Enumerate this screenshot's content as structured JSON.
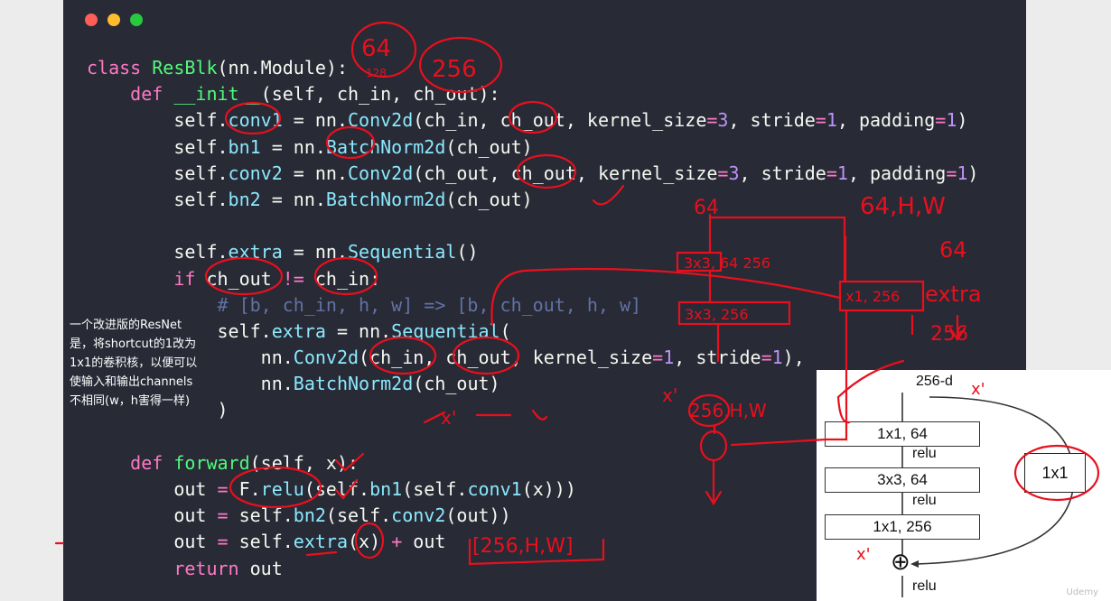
{
  "window": {
    "traffic_lights": [
      "#ff5f56",
      "#ffbd2e",
      "#27c93f"
    ]
  },
  "code_lines": [
    [
      {
        "t": "class ",
        "c": "kw"
      },
      {
        "t": "ResBlk",
        "c": "fn"
      },
      {
        "t": "(nn.Module):",
        "c": ""
      }
    ],
    [
      {
        "t": "    ",
        "c": ""
      },
      {
        "t": "def ",
        "c": "kw"
      },
      {
        "t": "__init__",
        "c": "fn"
      },
      {
        "t": "(self, ch_in, ch_out):",
        "c": ""
      }
    ],
    [
      {
        "t": "        self.",
        "c": ""
      },
      {
        "t": "conv1",
        "c": "cls"
      },
      {
        "t": " = nn.",
        "c": ""
      },
      {
        "t": "Conv2d",
        "c": "cls"
      },
      {
        "t": "(ch_in, ch_out, kernel_size",
        "c": ""
      },
      {
        "t": "=",
        "c": "op"
      },
      {
        "t": "3",
        "c": "num"
      },
      {
        "t": ", stride",
        "c": ""
      },
      {
        "t": "=",
        "c": "op"
      },
      {
        "t": "1",
        "c": "num"
      },
      {
        "t": ", padding",
        "c": ""
      },
      {
        "t": "=",
        "c": "op"
      },
      {
        "t": "1",
        "c": "num"
      },
      {
        "t": ")",
        "c": ""
      }
    ],
    [
      {
        "t": "        self.",
        "c": ""
      },
      {
        "t": "bn1",
        "c": "cls"
      },
      {
        "t": " = nn.",
        "c": ""
      },
      {
        "t": "BatchNorm2d",
        "c": "cls"
      },
      {
        "t": "(ch_out)",
        "c": ""
      }
    ],
    [
      {
        "t": "        self.",
        "c": ""
      },
      {
        "t": "conv2",
        "c": "cls"
      },
      {
        "t": " = nn.",
        "c": ""
      },
      {
        "t": "Conv2d",
        "c": "cls"
      },
      {
        "t": "(ch_out, ch_out, kernel_size",
        "c": ""
      },
      {
        "t": "=",
        "c": "op"
      },
      {
        "t": "3",
        "c": "num"
      },
      {
        "t": ", stride",
        "c": ""
      },
      {
        "t": "=",
        "c": "op"
      },
      {
        "t": "1",
        "c": "num"
      },
      {
        "t": ", padding",
        "c": ""
      },
      {
        "t": "=",
        "c": "op"
      },
      {
        "t": "1",
        "c": "num"
      },
      {
        "t": ")",
        "c": ""
      }
    ],
    [
      {
        "t": "        self.",
        "c": ""
      },
      {
        "t": "bn2",
        "c": "cls"
      },
      {
        "t": " = nn.",
        "c": ""
      },
      {
        "t": "BatchNorm2d",
        "c": "cls"
      },
      {
        "t": "(ch_out)",
        "c": ""
      }
    ],
    [
      {
        "t": "",
        "c": ""
      }
    ],
    [
      {
        "t": "        self.",
        "c": ""
      },
      {
        "t": "extra",
        "c": "cls"
      },
      {
        "t": " = nn.",
        "c": ""
      },
      {
        "t": "Sequential",
        "c": "cls"
      },
      {
        "t": "()",
        "c": ""
      }
    ],
    [
      {
        "t": "        ",
        "c": ""
      },
      {
        "t": "if ",
        "c": "kw"
      },
      {
        "t": "ch_out ",
        "c": ""
      },
      {
        "t": "!=",
        "c": "op"
      },
      {
        "t": " ch_in:",
        "c": ""
      }
    ],
    [
      {
        "t": "            # [b, ch_in, h, w] => [b, ch_out, h, w]",
        "c": "cm"
      }
    ],
    [
      {
        "t": "            self.",
        "c": ""
      },
      {
        "t": "extra",
        "c": "cls"
      },
      {
        "t": " = nn.",
        "c": ""
      },
      {
        "t": "Sequential",
        "c": "cls"
      },
      {
        "t": "(",
        "c": ""
      }
    ],
    [
      {
        "t": "                nn.",
        "c": ""
      },
      {
        "t": "Conv2d",
        "c": "cls"
      },
      {
        "t": "(ch_in, ch_out, kernel_size",
        "c": ""
      },
      {
        "t": "=",
        "c": "op"
      },
      {
        "t": "1",
        "c": "num"
      },
      {
        "t": ", stride",
        "c": ""
      },
      {
        "t": "=",
        "c": "op"
      },
      {
        "t": "1",
        "c": "num"
      },
      {
        "t": "),",
        "c": ""
      }
    ],
    [
      {
        "t": "                nn.",
        "c": ""
      },
      {
        "t": "BatchNorm2d",
        "c": "cls"
      },
      {
        "t": "(ch_out)",
        "c": ""
      }
    ],
    [
      {
        "t": "            )",
        "c": ""
      }
    ],
    [
      {
        "t": "",
        "c": ""
      }
    ],
    [
      {
        "t": "    ",
        "c": ""
      },
      {
        "t": "def ",
        "c": "kw"
      },
      {
        "t": "forward",
        "c": "fn"
      },
      {
        "t": "(self, x):",
        "c": ""
      }
    ],
    [
      {
        "t": "        out ",
        "c": ""
      },
      {
        "t": "=",
        "c": "op"
      },
      {
        "t": " F.",
        "c": ""
      },
      {
        "t": "relu",
        "c": "cls"
      },
      {
        "t": "(self.",
        "c": ""
      },
      {
        "t": "bn1",
        "c": "cls"
      },
      {
        "t": "(self.",
        "c": ""
      },
      {
        "t": "conv1",
        "c": "cls"
      },
      {
        "t": "(x)))",
        "c": ""
      }
    ],
    [
      {
        "t": "        out ",
        "c": ""
      },
      {
        "t": "=",
        "c": "op"
      },
      {
        "t": " self.",
        "c": ""
      },
      {
        "t": "bn2",
        "c": "cls"
      },
      {
        "t": "(self.",
        "c": ""
      },
      {
        "t": "conv2",
        "c": "cls"
      },
      {
        "t": "(out))",
        "c": ""
      }
    ],
    [
      {
        "t": "        out ",
        "c": ""
      },
      {
        "t": "=",
        "c": "op"
      },
      {
        "t": " self.",
        "c": ""
      },
      {
        "t": "extra",
        "c": "cls"
      },
      {
        "t": "(x) ",
        "c": ""
      },
      {
        "t": "+",
        "c": "op"
      },
      {
        "t": " out",
        "c": ""
      }
    ],
    [
      {
        "t": "        ",
        "c": ""
      },
      {
        "t": "return ",
        "c": "kw"
      },
      {
        "t": "out",
        "c": ""
      }
    ]
  ],
  "note": {
    "lines": [
      "一个改进版的ResNet",
      "是，将shortcut的1改为",
      "1x1的卷积核，以便可以",
      "使输入和输出channels",
      "不相同(w，h害得一样)"
    ]
  },
  "diagram": {
    "input_label": "256-d",
    "blocks": [
      "1x1, 64",
      "3x3, 64",
      "1x1, 256"
    ],
    "relu_labels": [
      "relu",
      "relu",
      "relu"
    ],
    "shortcut_label": "1x1",
    "plus_symbol": "⊕"
  },
  "handwritten": {
    "ch_in_note": "64",
    "ch_in_note_strike": "128",
    "ch_out_note": "256",
    "top_64": "64",
    "top_64hw": "64,H,W",
    "right_64": "64",
    "conv3x3_top": "3x3, 64 256",
    "conv3x3_bottom": "3x3, 256",
    "conv1x1": "x1, 256",
    "extra_word": "extra",
    "extra_out": "256",
    "out_shape": "256,H,W",
    "x_prime_a": "x'",
    "x_prime_b": "x'",
    "forward_out": "[256,H,W]",
    "diagram_x1": "x'",
    "diagram_x2": "x'"
  },
  "logo": "Udemy"
}
